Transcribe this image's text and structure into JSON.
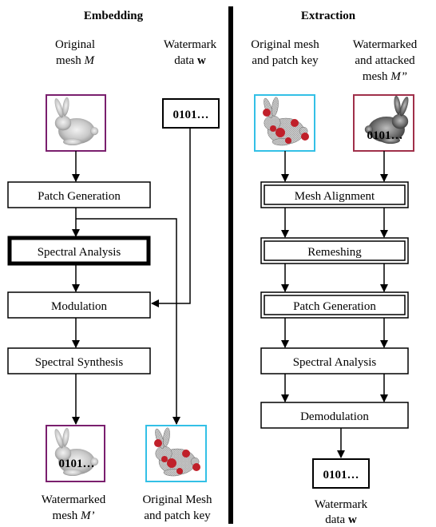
{
  "embedding": {
    "title": "Embedding",
    "original_mesh_label": {
      "line1": "Original",
      "line2": "mesh ",
      "var": "M"
    },
    "watermark_data_label": {
      "line1": "Watermark",
      "line2": "data ",
      "var": "w"
    },
    "bits_box": "0101…",
    "steps": [
      "Patch Generation",
      "Spectral Analysis",
      "Modulation",
      "Spectral Synthesis"
    ],
    "watermarked_overlay": "0101…",
    "out_watermarked": {
      "line1": "Watermarked",
      "line2": "mesh ",
      "var": "M’"
    },
    "out_original": {
      "line1": "Original Mesh",
      "line2": "and patch key"
    }
  },
  "extraction": {
    "title": "Extraction",
    "in_original": {
      "line1": "Original mesh",
      "line2": "and patch key"
    },
    "in_attacked": {
      "line1": "Watermarked",
      "line2": "and attacked",
      "line3": "mesh ",
      "var": "M”"
    },
    "attacked_overlay": "0101…",
    "steps": [
      "Mesh Alignment",
      "Remeshing",
      "Patch Generation",
      "Spectral Analysis",
      "Demodulation"
    ],
    "bits_box": "0101…",
    "out_label": {
      "line1": "Watermark",
      "line2": "data ",
      "var": "w"
    }
  },
  "colors": {
    "purple_frame": "#7a1f6e",
    "cyan_frame": "#33c0e6",
    "red_frame": "#a0304a",
    "patch_red": "#c0202a"
  }
}
